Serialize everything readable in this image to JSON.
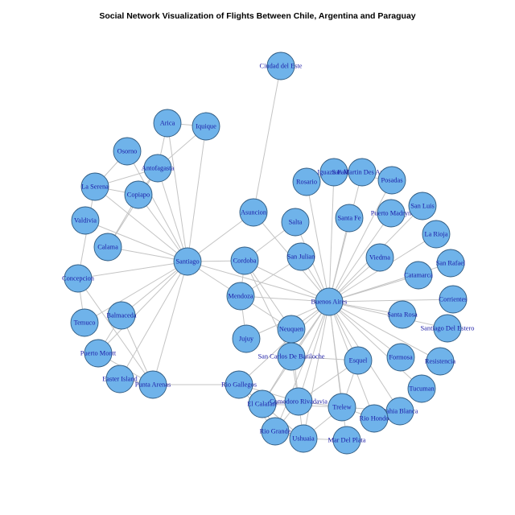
{
  "title": "Social Network Visualization of Flights Between Chile, Argentina and Paraguay",
  "colors": {
    "node_fill": "#6fb3ea",
    "node_stroke": "#2f5a80",
    "label": "#1a1aa6",
    "edge": "#c4c4c4"
  },
  "chart_data": {
    "type": "network",
    "nodes": [
      {
        "id": "ciudad-del-este",
        "label": "Ciudad del Este"
      },
      {
        "id": "arica",
        "label": "Arica"
      },
      {
        "id": "iquique",
        "label": "Iquique"
      },
      {
        "id": "osorno",
        "label": "Osorno"
      },
      {
        "id": "antofagasta",
        "label": "Antofagasta"
      },
      {
        "id": "la-serena",
        "label": "La Serena"
      },
      {
        "id": "copiapo",
        "label": "Copiapo"
      },
      {
        "id": "valdivia",
        "label": "Valdivia"
      },
      {
        "id": "calama",
        "label": "Calama"
      },
      {
        "id": "concepcion",
        "label": "Concepcion"
      },
      {
        "id": "santiago",
        "label": "Santiago"
      },
      {
        "id": "temuco",
        "label": "Temuco"
      },
      {
        "id": "balmaceda",
        "label": "Balmaceda"
      },
      {
        "id": "puerto-montt",
        "label": "Puerto Montt"
      },
      {
        "id": "easter-island",
        "label": "Easter Island"
      },
      {
        "id": "punta-arenas",
        "label": "Punta Arenas"
      },
      {
        "id": "asuncion",
        "label": "Asuncion"
      },
      {
        "id": "rosario",
        "label": "Rosario"
      },
      {
        "id": "iguazu-falls",
        "label": "Iguazu Falls"
      },
      {
        "id": "san-martin-des-andes",
        "label": "San Martin Des Andes"
      },
      {
        "id": "posadas",
        "label": "Posadas"
      },
      {
        "id": "salta",
        "label": "Salta"
      },
      {
        "id": "santa-fe",
        "label": "Santa Fe"
      },
      {
        "id": "puerto-madryn",
        "label": "Puerto Madryn"
      },
      {
        "id": "san-luis",
        "label": "San Luis"
      },
      {
        "id": "la-rioja",
        "label": "La Rioja"
      },
      {
        "id": "cordoba",
        "label": "Cordoba"
      },
      {
        "id": "san-julian",
        "label": "San Julian"
      },
      {
        "id": "viedma",
        "label": "Viedma"
      },
      {
        "id": "san-rafael",
        "label": "San Rafael"
      },
      {
        "id": "catamarca",
        "label": "Catamarca"
      },
      {
        "id": "mendoza",
        "label": "Mendoza"
      },
      {
        "id": "buenos-aires",
        "label": "Buenos Aires"
      },
      {
        "id": "corrientes",
        "label": "Corrientes"
      },
      {
        "id": "santa-rosa",
        "label": "Santa Rosa"
      },
      {
        "id": "santiago-del-estero",
        "label": "Santiago Del Estero"
      },
      {
        "id": "jujuy",
        "label": "Jujuy"
      },
      {
        "id": "neuquen",
        "label": "Neuquen"
      },
      {
        "id": "resistencia",
        "label": "Resistencia"
      },
      {
        "id": "san-carlos-de-bariloche",
        "label": "San Carlos De Bariloche"
      },
      {
        "id": "esquel",
        "label": "Esquel"
      },
      {
        "id": "formosa",
        "label": "Formosa"
      },
      {
        "id": "tucuman",
        "label": "Tucuman"
      },
      {
        "id": "rio-gallegos",
        "label": "Rio Gallegos"
      },
      {
        "id": "el-calafate",
        "label": "El Calafate"
      },
      {
        "id": "comodoro-rivadavia",
        "label": "Comodoro Rivadavia"
      },
      {
        "id": "trelew",
        "label": "Trelew"
      },
      {
        "id": "bahia-blanca",
        "label": "Bahia Blanca"
      },
      {
        "id": "rio-hondo",
        "label": "Rio Hondo"
      },
      {
        "id": "rio-grande",
        "label": "Rio Grande"
      },
      {
        "id": "ushuaia",
        "label": "Ushuaia"
      },
      {
        "id": "mar-del-plata",
        "label": "Mar Del Plata"
      }
    ],
    "edges": [
      [
        "ciudad-del-este",
        "asuncion"
      ],
      [
        "santiago",
        "arica"
      ],
      [
        "santiago",
        "iquique"
      ],
      [
        "santiago",
        "antofagasta"
      ],
      [
        "santiago",
        "la-serena"
      ],
      [
        "santiago",
        "copiapo"
      ],
      [
        "santiago",
        "calama"
      ],
      [
        "santiago",
        "valdivia"
      ],
      [
        "santiago",
        "osorno"
      ],
      [
        "santiago",
        "concepcion"
      ],
      [
        "santiago",
        "temuco"
      ],
      [
        "santiago",
        "balmaceda"
      ],
      [
        "santiago",
        "puerto-montt"
      ],
      [
        "santiago",
        "easter-island"
      ],
      [
        "santiago",
        "punta-arenas"
      ],
      [
        "santiago",
        "asuncion"
      ],
      [
        "santiago",
        "cordoba"
      ],
      [
        "santiago",
        "mendoza"
      ],
      [
        "santiago",
        "buenos-aires"
      ],
      [
        "arica",
        "iquique"
      ],
      [
        "arica",
        "antofagasta"
      ],
      [
        "iquique",
        "antofagasta"
      ],
      [
        "antofagasta",
        "la-serena"
      ],
      [
        "antofagasta",
        "calama"
      ],
      [
        "antofagasta",
        "copiapo"
      ],
      [
        "la-serena",
        "copiapo"
      ],
      [
        "la-serena",
        "osorno"
      ],
      [
        "la-serena",
        "concepcion"
      ],
      [
        "copiapo",
        "calama"
      ],
      [
        "concepcion",
        "temuco"
      ],
      [
        "concepcion",
        "punta-arenas"
      ],
      [
        "puerto-montt",
        "balmaceda"
      ],
      [
        "puerto-montt",
        "punta-arenas"
      ],
      [
        "balmaceda",
        "punta-arenas"
      ],
      [
        "punta-arenas",
        "rio-gallegos"
      ],
      [
        "easter-island",
        "punta-arenas"
      ],
      [
        "buenos-aires",
        "asuncion"
      ],
      [
        "buenos-aires",
        "rosario"
      ],
      [
        "buenos-aires",
        "iguazu-falls"
      ],
      [
        "buenos-aires",
        "san-martin-des-andes"
      ],
      [
        "buenos-aires",
        "posadas"
      ],
      [
        "buenos-aires",
        "salta"
      ],
      [
        "buenos-aires",
        "santa-fe"
      ],
      [
        "buenos-aires",
        "puerto-madryn"
      ],
      [
        "buenos-aires",
        "san-luis"
      ],
      [
        "buenos-aires",
        "la-rioja"
      ],
      [
        "buenos-aires",
        "cordoba"
      ],
      [
        "buenos-aires",
        "san-julian"
      ],
      [
        "buenos-aires",
        "viedma"
      ],
      [
        "buenos-aires",
        "san-rafael"
      ],
      [
        "buenos-aires",
        "catamarca"
      ],
      [
        "buenos-aires",
        "mendoza"
      ],
      [
        "buenos-aires",
        "corrientes"
      ],
      [
        "buenos-aires",
        "santa-rosa"
      ],
      [
        "buenos-aires",
        "santiago-del-estero"
      ],
      [
        "buenos-aires",
        "jujuy"
      ],
      [
        "buenos-aires",
        "neuquen"
      ],
      [
        "buenos-aires",
        "resistencia"
      ],
      [
        "buenos-aires",
        "san-carlos-de-bariloche"
      ],
      [
        "buenos-aires",
        "esquel"
      ],
      [
        "buenos-aires",
        "formosa"
      ],
      [
        "buenos-aires",
        "tucuman"
      ],
      [
        "buenos-aires",
        "rio-gallegos"
      ],
      [
        "buenos-aires",
        "el-calafate"
      ],
      [
        "buenos-aires",
        "comodoro-rivadavia"
      ],
      [
        "buenos-aires",
        "trelew"
      ],
      [
        "buenos-aires",
        "bahia-blanca"
      ],
      [
        "buenos-aires",
        "rio-hondo"
      ],
      [
        "buenos-aires",
        "rio-grande"
      ],
      [
        "buenos-aires",
        "ushuaia"
      ],
      [
        "buenos-aires",
        "mar-del-plata"
      ],
      [
        "cordoba",
        "mendoza"
      ],
      [
        "cordoba",
        "salta"
      ],
      [
        "cordoba",
        "neuquen"
      ],
      [
        "cordoba",
        "san-carlos-de-bariloche"
      ],
      [
        "mendoza",
        "neuquen"
      ],
      [
        "mendoza",
        "san-julian"
      ],
      [
        "mendoza",
        "jujuy"
      ],
      [
        "rosario",
        "iguazu-falls"
      ],
      [
        "iguazu-falls",
        "san-martin-des-andes"
      ],
      [
        "iguazu-falls",
        "posadas"
      ],
      [
        "neuquen",
        "san-carlos-de-bariloche"
      ],
      [
        "neuquen",
        "comodoro-rivadavia"
      ],
      [
        "san-carlos-de-bariloche",
        "el-calafate"
      ],
      [
        "san-carlos-de-bariloche",
        "comodoro-rivadavia"
      ],
      [
        "san-carlos-de-bariloche",
        "esquel"
      ],
      [
        "esquel",
        "trelew"
      ],
      [
        "esquel",
        "comodoro-rivadavia"
      ],
      [
        "el-calafate",
        "ushuaia"
      ],
      [
        "el-calafate",
        "rio-grande"
      ],
      [
        "el-calafate",
        "comodoro-rivadavia"
      ],
      [
        "el-calafate",
        "trelew"
      ],
      [
        "comodoro-rivadavia",
        "trelew"
      ],
      [
        "comodoro-rivadavia",
        "rio-gallegos"
      ],
      [
        "comodoro-rivadavia",
        "rio-grande"
      ],
      [
        "comodoro-rivadavia",
        "ushuaia"
      ],
      [
        "rio-gallegos",
        "ushuaia"
      ],
      [
        "rio-gallegos",
        "rio-grande"
      ],
      [
        "rio-gallegos",
        "el-calafate"
      ],
      [
        "trelew",
        "ushuaia"
      ],
      [
        "trelew",
        "bahia-blanca"
      ],
      [
        "trelew",
        "rio-hondo"
      ],
      [
        "ushuaia",
        "rio-grande"
      ],
      [
        "ushuaia",
        "mar-del-plata"
      ],
      [
        "bahia-blanca",
        "rio-hondo"
      ]
    ]
  }
}
